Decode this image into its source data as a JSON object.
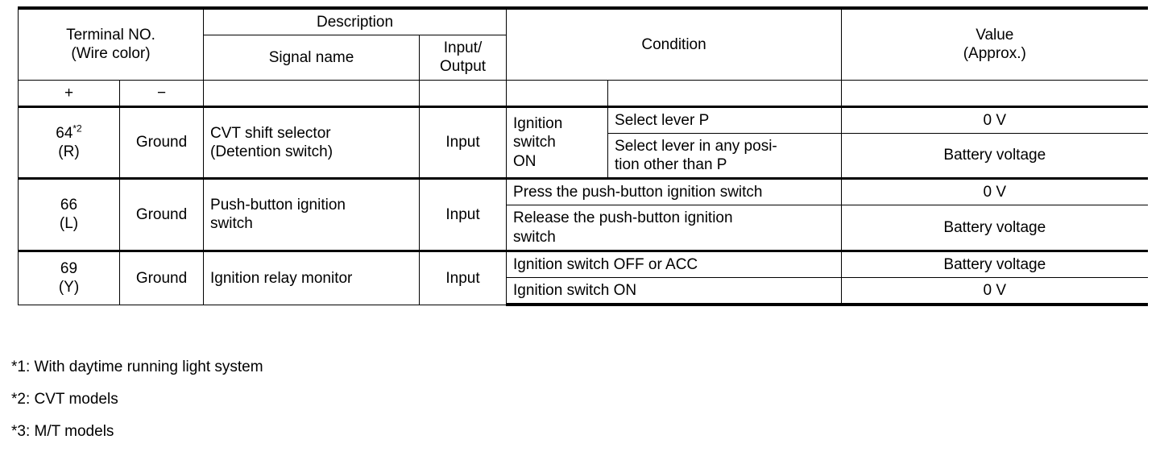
{
  "table": {
    "header": {
      "terminal_no": "Terminal NO.",
      "wire_color": "(Wire color)",
      "plus": "+",
      "minus": "−",
      "description": "Description",
      "signal_name": "Signal name",
      "input_output_line1": "Input/",
      "input_output_line2": "Output",
      "condition": "Condition",
      "value_line1": "Value",
      "value_line2": "(Approx.)"
    },
    "rows": [
      {
        "terminal_number": "64",
        "terminal_footnote": "*2",
        "wire_color": "(R)",
        "minus": "Ground",
        "signal_name_line1": "CVT shift selector",
        "signal_name_line2": "(Detention switch)",
        "input_output": "Input",
        "condition_group_line1": "Ignition",
        "condition_group_line2": "switch",
        "condition_group_line3": "ON",
        "conditions": [
          {
            "condition": "Select lever P",
            "value": "0 V"
          },
          {
            "condition_line1": "Select lever in any posi-",
            "condition_line2": "tion other than P",
            "value": "Battery voltage"
          }
        ]
      },
      {
        "terminal_number": "66",
        "wire_color": "(L)",
        "minus": "Ground",
        "signal_name_line1": "Push-button ignition",
        "signal_name_line2": "switch",
        "input_output": "Input",
        "conditions": [
          {
            "condition": "Press the push-button ignition switch",
            "value": "0 V"
          },
          {
            "condition_line1": "Release the push-button ignition",
            "condition_line2": "switch",
            "value": "Battery voltage"
          }
        ]
      },
      {
        "terminal_number": "69",
        "wire_color": "(Y)",
        "minus": "Ground",
        "signal_name_line1": "Ignition relay monitor",
        "input_output": "Input",
        "conditions": [
          {
            "condition": "Ignition switch OFF or ACC",
            "value": "Battery voltage"
          },
          {
            "condition": "Ignition switch ON",
            "value": "0 V"
          }
        ]
      }
    ]
  },
  "footnotes": [
    "*1: With daytime running light system",
    "*2: CVT models",
    "*3: M/T models"
  ]
}
